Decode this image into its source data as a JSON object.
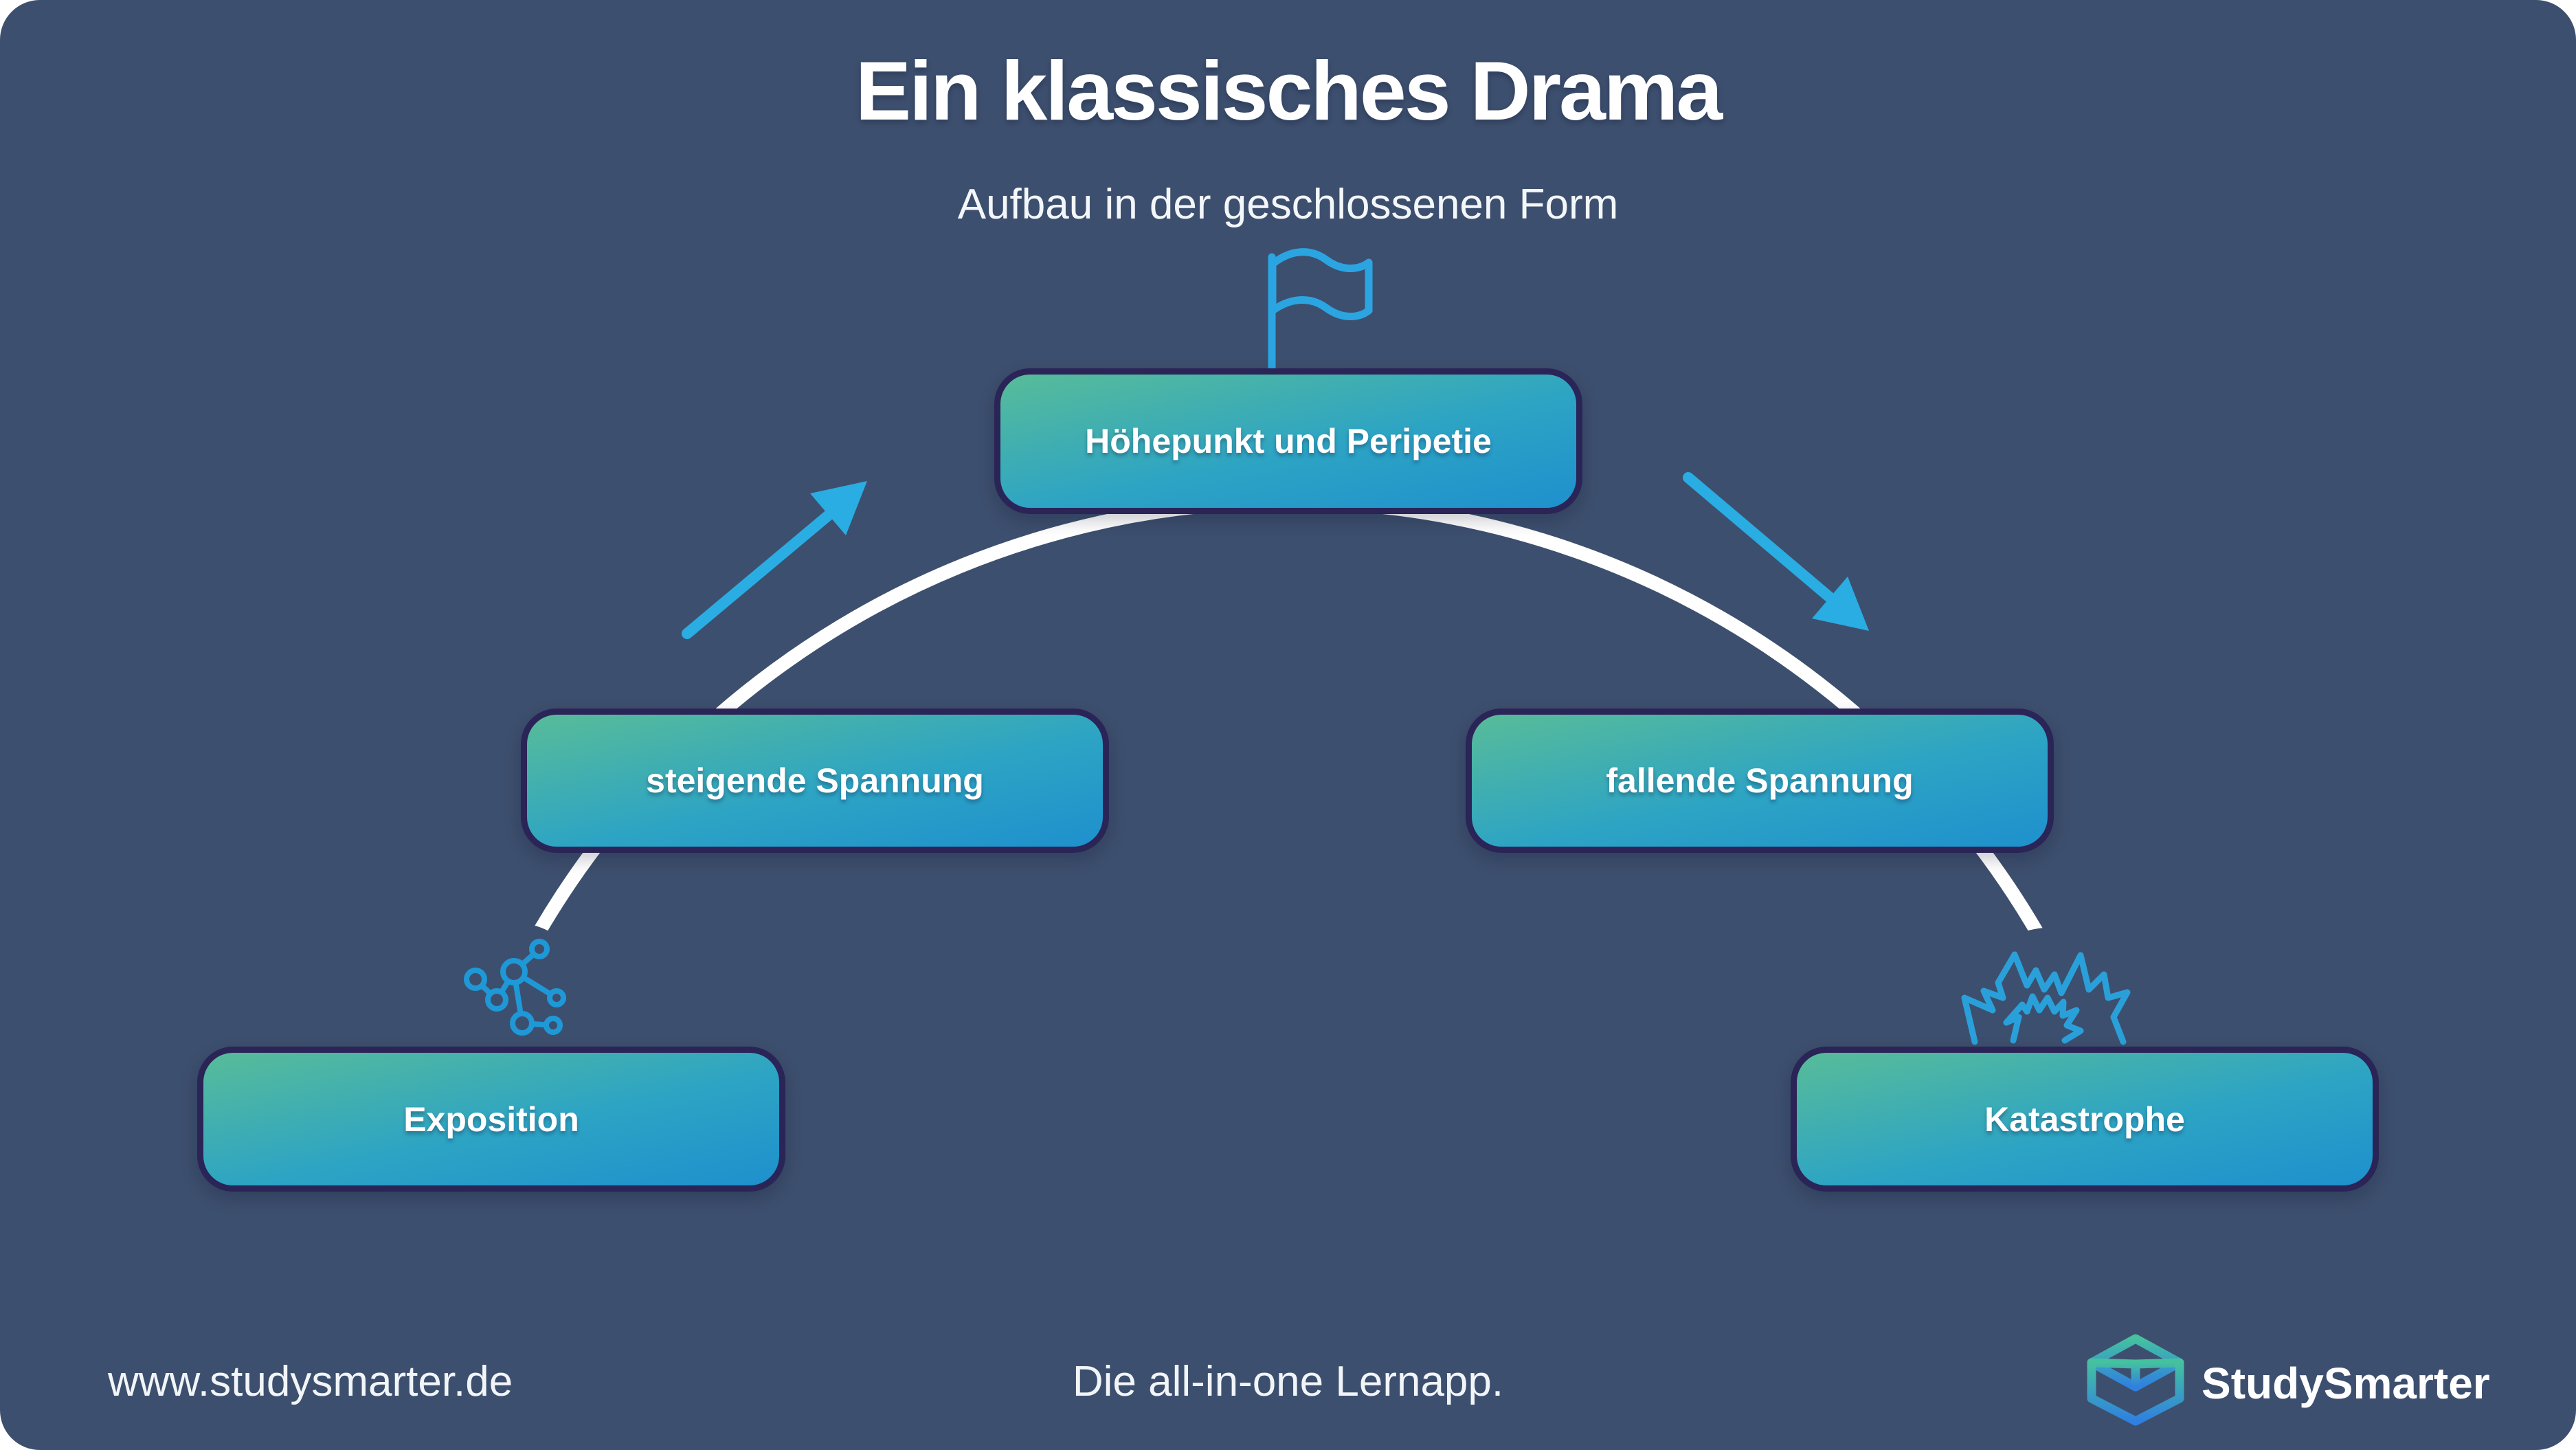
{
  "page": {
    "title": "Ein klassisches Drama",
    "subtitle": "Aufbau in der geschlossenen Form"
  },
  "diagram": {
    "structure": "dramatic-arc",
    "nodes": [
      {
        "id": "exposition",
        "label": "Exposition",
        "position": "bottom-left"
      },
      {
        "id": "steigende-spannung",
        "label": "steigende Spannung",
        "position": "mid-left"
      },
      {
        "id": "hoehepunkt",
        "label": "Höhepunkt und Peripetie",
        "position": "top-center"
      },
      {
        "id": "fallende-spannung",
        "label": "fallende Spannung",
        "position": "mid-right"
      },
      {
        "id": "katastrophe",
        "label": "Katastrophe",
        "position": "bottom-right"
      }
    ],
    "icons": [
      {
        "name": "flag-icon",
        "meaning": "climax marker above Höhepunkt"
      },
      {
        "name": "network-icon",
        "meaning": "exposition / introduction of relations"
      },
      {
        "name": "burst-icon",
        "meaning": "catastrophe explosion"
      },
      {
        "name": "arrow-rising-icon",
        "meaning": "rising tension direction"
      },
      {
        "name": "arrow-falling-icon",
        "meaning": "falling tension direction"
      }
    ]
  },
  "footer": {
    "website": "www.studysmarter.de",
    "tagline": "Die all-in-one Lernapp.",
    "brand": "StudySmarter"
  },
  "colors": {
    "background": "#3d4f6e",
    "card_outside": "#ffffff",
    "box_gradient_start": "#58bc99",
    "box_gradient_end": "#1e90cd",
    "box_border": "#2a2457",
    "arc_white": "#ffffff",
    "accent_blue": "#29ade3",
    "flag_blue": "#2aa5e2",
    "icon_blue": "#1e98d6",
    "text_white": "#ffffff"
  }
}
